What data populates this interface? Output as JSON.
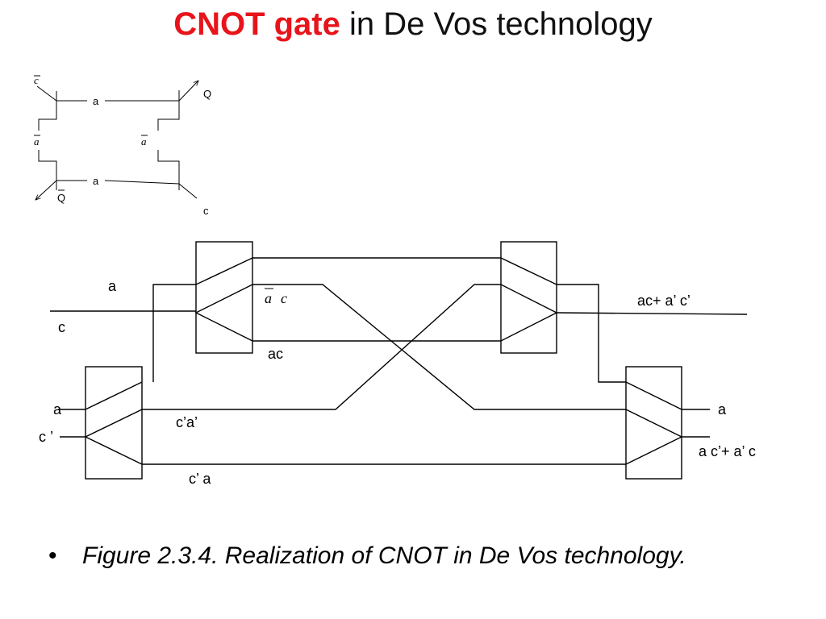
{
  "title": {
    "accent": "CNOT gate",
    "rest": " in De Vos technology"
  },
  "small_diagram": {
    "labels": {
      "c_bar": "c",
      "a_bar_left": "a",
      "a_bar_right": "a",
      "a_top": "a",
      "a_bottom": "a",
      "q_top": "Q",
      "q_bar_bottom": "Q",
      "c_bottom": "c"
    }
  },
  "big_diagram": {
    "labels": {
      "input_a_top": "a",
      "input_c_top": "c",
      "a_bar_c_a": "a",
      "a_bar_c_c": "c",
      "ac": "ac",
      "out_top": "ac+ a’ c’",
      "input_a_bottom": "a",
      "input_c_prime": "c ’",
      "c_prime_a_prime": "c’a’",
      "c_prime_a": "c’ a",
      "out_a": "a",
      "out_bottom": "a c’+ a’ c"
    }
  },
  "caption": {
    "bullet": "•",
    "text": "Figure 2.3.4. Realization of CNOT in De Vos technology."
  }
}
